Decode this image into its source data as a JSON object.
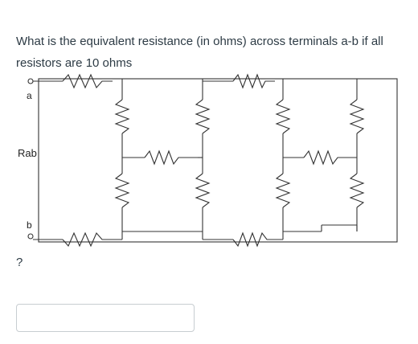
{
  "question": {
    "text": "What is the equivalent resistance (in ohms) across terminals a-b if all resistors are 10 ohms"
  },
  "diagram": {
    "terminal_a": "a",
    "terminal_b": "b",
    "label": "Rab"
  },
  "prompt_mark": "?",
  "answer": {
    "value": "",
    "placeholder": ""
  }
}
